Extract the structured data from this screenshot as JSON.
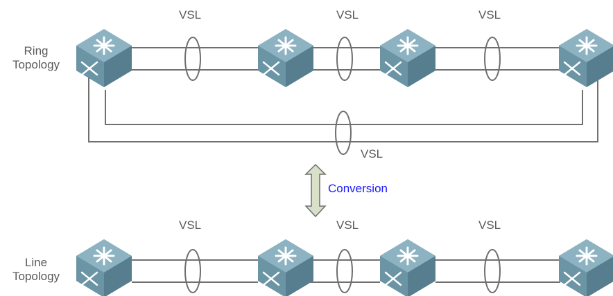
{
  "ring_section": {
    "title_line1": "Ring",
    "title_line2": "Topology",
    "vsl_labels": [
      "VSL",
      "VSL",
      "VSL"
    ],
    "loop_vsl_label": "VSL"
  },
  "conversion": {
    "label": "Conversion",
    "label_color": "#1a1aff",
    "arrow_fill": "#d9e0c8"
  },
  "line_section": {
    "title_line1": "Line",
    "title_line2": "Topology",
    "vsl_labels": [
      "VSL",
      "VSL",
      "VSL"
    ]
  },
  "colors": {
    "switch_top": "#7ea6b6",
    "switch_side": "#5f8797",
    "link": "#707070",
    "text": "#595959"
  },
  "icons": [
    "switch-icon",
    "vsl-ellipse-icon",
    "double-arrow-icon"
  ]
}
